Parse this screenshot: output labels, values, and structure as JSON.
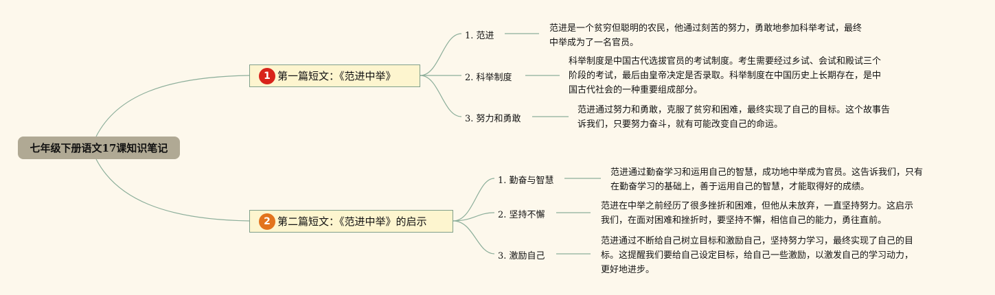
{
  "colors": {
    "line": "#8cae9a",
    "root_bg": "#b0a994",
    "topic_bg": "#fdf5cf",
    "badge_1": "#d8231a",
    "badge_2": "#e3731d"
  },
  "root": {
    "label": "七年级下册语文17课知识笔记"
  },
  "topics": [
    {
      "number": "1",
      "label": "第一篇短文：《范进中举》",
      "items": [
        {
          "label": "1. 范进",
          "text": [
            "范进是一个贫穷但聪明的农民，他通过刻苦的努力，勇敢地参加科举考试，最终",
            "中举成为了一名官员。"
          ]
        },
        {
          "label": "2. 科举制度",
          "text": [
            "科举制度是中国古代选拔官员的考试制度。考生需要经过乡试、会试和殿试三个",
            "阶段的考试，最后由皇帝决定是否录取。科举制度在中国历史上长期存在，是中",
            "国古代社会的一种重要组成部分。"
          ]
        },
        {
          "label": "3. 努力和勇敢",
          "text": [
            "范进通过努力和勇敢，克服了贫穷和困难，最终实现了自己的目标。这个故事告",
            "诉我们，只要努力奋斗，就有可能改变自己的命运。"
          ]
        }
      ]
    },
    {
      "number": "2",
      "label": "第二篇短文：《范进中举》的启示",
      "items": [
        {
          "label": "1. 勤奋与智慧",
          "text": [
            "范进通过勤奋学习和运用自己的智慧，成功地中举成为官员。这告诉我们，只有",
            "在勤奋学习的基础上，善于运用自己的智慧，才能取得好的成绩。"
          ]
        },
        {
          "label": "2. 坚持不懈",
          "text": [
            "范进在中举之前经历了很多挫折和困难，但他从未放弃，一直坚持努力。这启示",
            "我们，在面对困难和挫折时，要坚持不懈，相信自己的能力，勇往直前。"
          ]
        },
        {
          "label": "3. 激励自己",
          "text": [
            "范进通过不断给自己树立目标和激励自己，坚持努力学习，最终实现了自己的目",
            "标。这提醒我们要给自己设定目标，给自己一些激励，以激发自己的学习动力，",
            "更好地进步。"
          ]
        }
      ]
    }
  ]
}
